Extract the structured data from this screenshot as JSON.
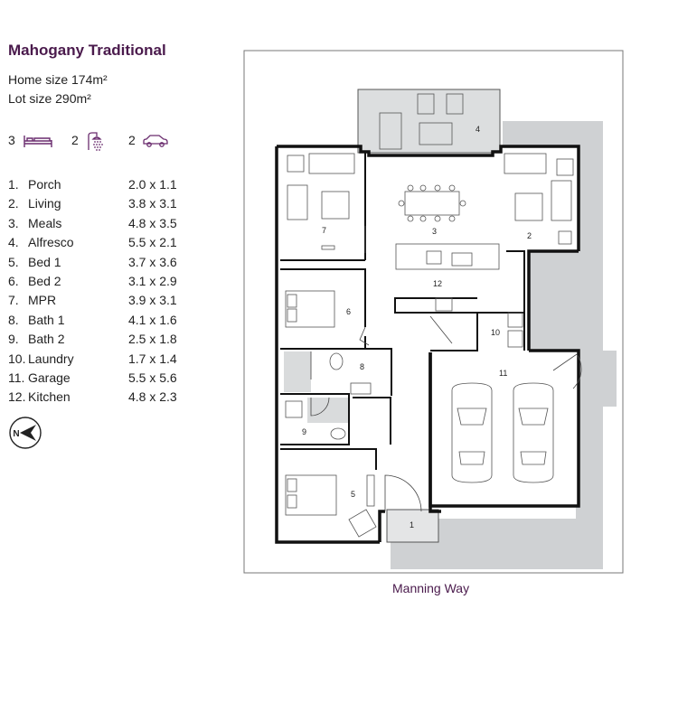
{
  "house": {
    "name": "Mahogany Traditional",
    "home_size": "Home size 174m²",
    "lot_size": "Lot size 290m²"
  },
  "features": {
    "bedrooms": "3",
    "bathrooms": "2",
    "garage": "2",
    "bedroom_icon": "bed-icon",
    "bathroom_icon": "shower-icon",
    "garage_icon": "car-icon",
    "accent_color": "#6a2c6e"
  },
  "rooms": [
    {
      "num": "1.",
      "name": "Porch",
      "size": "2.0 x 1.1"
    },
    {
      "num": "2.",
      "name": "Living",
      "size": "3.8 x 3.1"
    },
    {
      "num": "3.",
      "name": "Meals",
      "size": "4.8 x 3.5"
    },
    {
      "num": "4.",
      "name": "Alfresco",
      "size": "5.5 x 2.1"
    },
    {
      "num": "5.",
      "name": "Bed 1",
      "size": "3.7 x 3.6"
    },
    {
      "num": "6.",
      "name": "Bed 2",
      "size": "3.1 x 2.9"
    },
    {
      "num": "7.",
      "name": "MPR",
      "size": "3.9 x 3.1"
    },
    {
      "num": "8.",
      "name": "Bath 1",
      "size": "4.1 x 1.6"
    },
    {
      "num": "9.",
      "name": "Bath 2",
      "size": "2.5 x 1.8"
    },
    {
      "num": "10.",
      "name": "Laundry",
      "size": "1.7 x 1.4"
    },
    {
      "num": "11.",
      "name": "Garage",
      "size": "5.5 x 5.6"
    },
    {
      "num": "12.",
      "name": "Kitchen",
      "size": "4.8 x 2.3"
    }
  ],
  "compass": {
    "label": "N"
  },
  "plan_labels": {
    "porch": "1",
    "living": "2",
    "meals": "3",
    "alfresco": "4",
    "bed1": "5",
    "bed2": "6",
    "mpr": "7",
    "bath1": "8",
    "bath2": "9",
    "laundry": "10",
    "garage": "11",
    "kitchen": "12"
  },
  "street": "Manning Way"
}
